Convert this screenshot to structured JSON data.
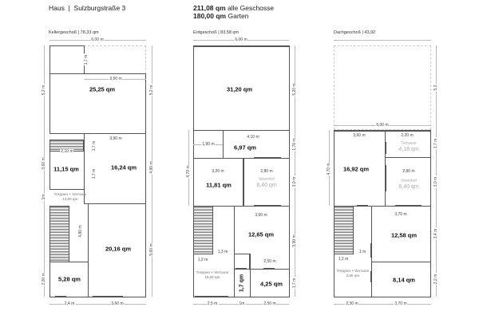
{
  "header": {
    "house": "Haus",
    "separator": "|",
    "address": "Sulzburgstraße 3",
    "total_area_value": "211,08 qm",
    "total_area_label": "alle Geschosse",
    "garden_value": "180,00 qm",
    "garden_label": "Garten"
  },
  "floors": [
    {
      "name": "Kellergeschoß",
      "area": "| 78,33 qm",
      "rooms": {
        "r1": "25,25 qm",
        "r2": "11,15 qm",
        "r3": "16,24 qm",
        "r4": "20,16 qm",
        "r5": "5,28 qm",
        "stairs_label": "Treppen + Vorraum",
        "stairs_area": "13,00 qm"
      },
      "dims": {
        "width": "6,00 m",
        "d1": "1,7 m",
        "d2": "3,50 m",
        "d3": "3,90 m",
        "d4": "2,10 m",
        "d5": "1,7 m",
        "d6": "1,7 m",
        "d7": "4,80 m",
        "left1": "5,2 m",
        "left2": "3,60 m",
        "left3": "1m",
        "left4": "2,20 m",
        "right1": "5,2 m",
        "right2": "4,80 m",
        "right3": "5,60 m",
        "bottom1": "2,4 m",
        "bottom2": "3,60 m"
      }
    },
    {
      "name": "Erdgeschoß",
      "area": "| 83,58 qm",
      "rooms": {
        "r1": "31,20 qm",
        "r2": "6,97 qm",
        "r3": "11,81 qm",
        "courtyard_label": "Innenhof",
        "courtyard_area": "8,40 qm",
        "r4": "12,65 qm",
        "r5": "1,7 qm",
        "r6": "4,25 qm",
        "stairs_label": "Treppen + Vorraum",
        "stairs_area": "15,00 qm"
      },
      "dims": {
        "width": "6,00 m",
        "d1": "4,10 m",
        "d2": "1,90 m",
        "d3": "3,20 m",
        "d4": "2,80 m",
        "d5": "3,50 m",
        "d6": "1,3 m",
        "d7": "1,2 m",
        "d8": "2,50 m",
        "left1": "4,70 m",
        "right1": "5,20 m",
        "right2": "1,70 m",
        "right3": "3,0 m",
        "right4": "3,90 m",
        "right5": "1,7 m",
        "bottom1": "2,5 m",
        "bottom2": "1m",
        "bottom3": "2,50 m"
      }
    },
    {
      "name": "Dachgeschoß",
      "area": "| 43,92",
      "rooms": {
        "r1": "16,92 qm",
        "terrace_label": "Terrasse",
        "terrace_area": "4,18 qm",
        "courtyard_label": "Innenhof",
        "courtyard_area": "8,40 qm",
        "r2": "12,58 qm",
        "r3": "8,14 qm",
        "stairs_label": "Treppen + Vorraum",
        "stairs_area": "3,90 qm"
      },
      "dims": {
        "width": "6,00 m",
        "d1": "3,60 m",
        "d2": "2,20 m",
        "d3": "2,80 m",
        "d4": "3,70 m",
        "d5": "1 m",
        "d6": "1,2 m",
        "left1": "4,70 m",
        "right1": "5,2",
        "right2": "1,7 m",
        "right3": "3,0 m",
        "right4": "3,4 m",
        "right5": "2,2 m",
        "bottom1": "2,30 m",
        "bottom2": "3,70 m"
      }
    }
  ]
}
